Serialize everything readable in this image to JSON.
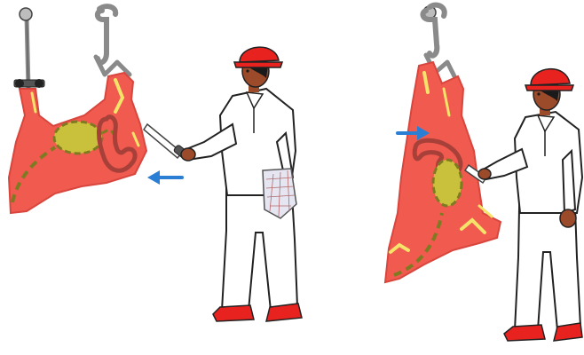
{
  "colors": {
    "background": "#ffffff",
    "carcass": "#f05a4f",
    "carcass_outline": "#d8463d",
    "fat": "#f6e36a",
    "organ": "#c9c13b",
    "organ_dash": "#7f7a22",
    "intestine": "#a8403a",
    "hardhat": "#e8231f",
    "boots": "#e8231f",
    "skin": "#9b4a2a",
    "hair": "#1a1a1a",
    "coat": "#ffffff",
    "outline": "#222222",
    "hook": "#8a8a8a",
    "arrow": "#2a7fd4",
    "glove": "#e6e6f2"
  },
  "scenes": [
    {
      "name": "left-scene",
      "arrow_direction": "left",
      "has_mesh_glove": true,
      "has_shackle": true
    },
    {
      "name": "right-scene",
      "arrow_direction": "right",
      "has_mesh_glove": false,
      "has_shackle": false
    }
  ],
  "icons": [
    "hook-icon",
    "shackle-icon",
    "knife-icon",
    "hardhat-icon",
    "mesh-glove-icon",
    "arrow-left-icon",
    "arrow-right-icon"
  ]
}
